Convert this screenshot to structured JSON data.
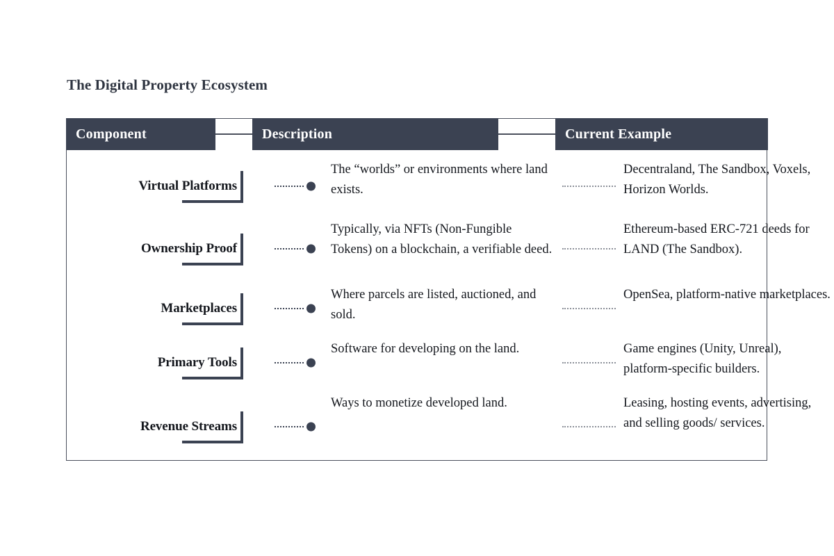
{
  "title": "The Digital Property Ecosystem",
  "colors": {
    "header_bg": "#3b4252",
    "header_text": "#ffffff",
    "frame_border": "#4a4f5c",
    "bracket": "#3b4252",
    "dot": "#3b4252",
    "leader_light": "#8b8f98",
    "body_text": "#14171d",
    "title_text": "#2e3440"
  },
  "table": {
    "headers": [
      {
        "label": "Component"
      },
      {
        "label": "Description"
      },
      {
        "label": "Current Example"
      }
    ],
    "rows": [
      {
        "component": "Virtual Platforms",
        "description": "The “worlds” or environments where land exists.",
        "example": "Decentraland, The Sandbox, Voxels, Horizon Worlds."
      },
      {
        "component": "Ownership Proof",
        "description": "Typically, via NFTs (Non-Fungible Tokens) on a blockchain, a verifiable deed.",
        "example": "Ethereum-based ERC-721 deeds for LAND (The Sandbox)."
      },
      {
        "component": "Marketplaces",
        "description": "Where parcels are listed, auctioned, and sold.",
        "example": "OpenSea, platform-native marketplaces."
      },
      {
        "component": "Primary Tools",
        "description": "Software for developing on the land.",
        "example": "Game engines (Unity, Unreal), platform-specific builders."
      },
      {
        "component": "Revenue Streams",
        "description": "Ways to monetize developed land.",
        "example": "Leasing, hosting events, advertising, and selling goods/ services."
      }
    ]
  }
}
